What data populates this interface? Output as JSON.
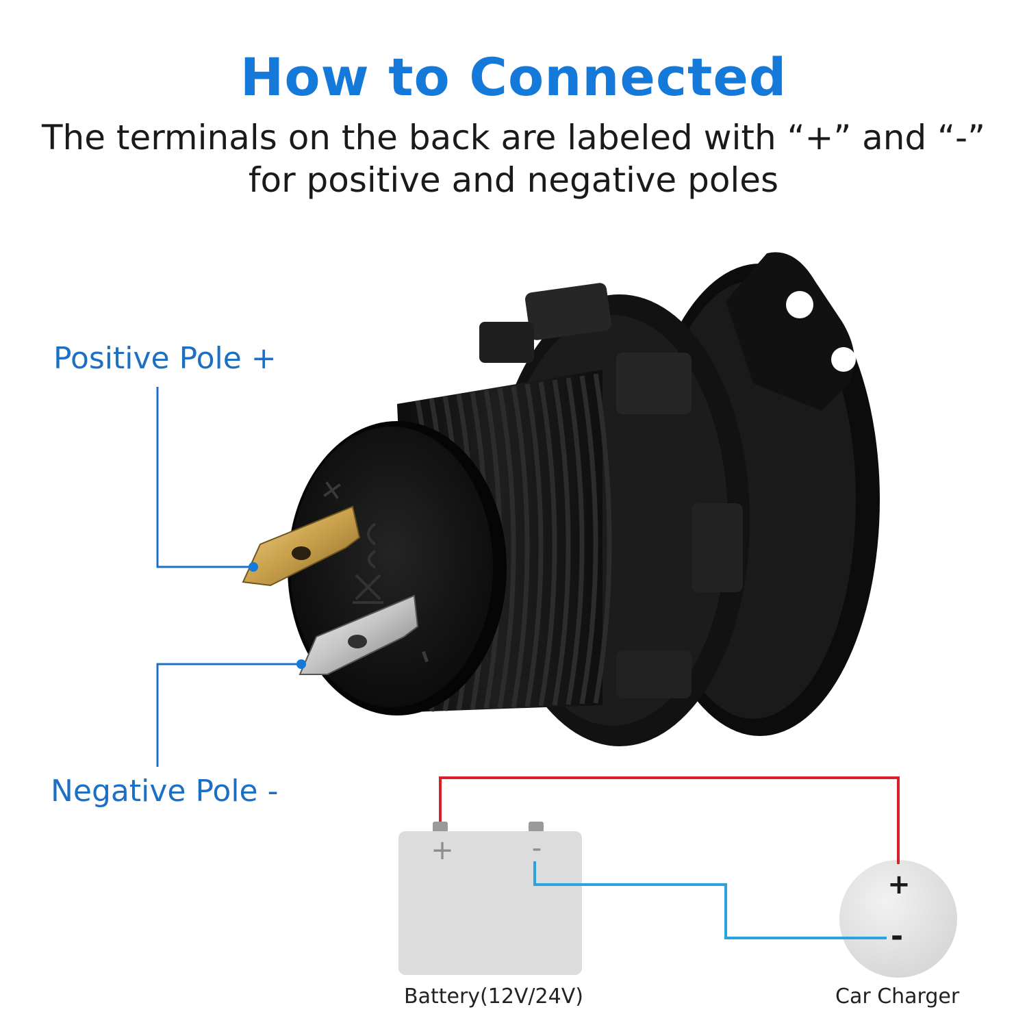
{
  "header": {
    "title": "How to Connected",
    "subtitle": "The terminals on the back are labeled with “+” and “-” for positive and negative poles"
  },
  "callouts": {
    "positive_label": "Positive Pole +",
    "negative_label": "Negative Pole -"
  },
  "socket": {
    "positive_mark": "+",
    "negative_mark": "-"
  },
  "wiring": {
    "battery_caption": "Battery(12V/24V)",
    "battery_plus": "+",
    "battery_minus": "-",
    "charger_caption": "Car Charger",
    "charger_plus": "+",
    "charger_minus": "-",
    "positive_wire_color": "#d8202a",
    "negative_wire_color": "#2aa3de"
  },
  "colors": {
    "accent": "#1479d8",
    "callout": "#1d6fc4"
  }
}
